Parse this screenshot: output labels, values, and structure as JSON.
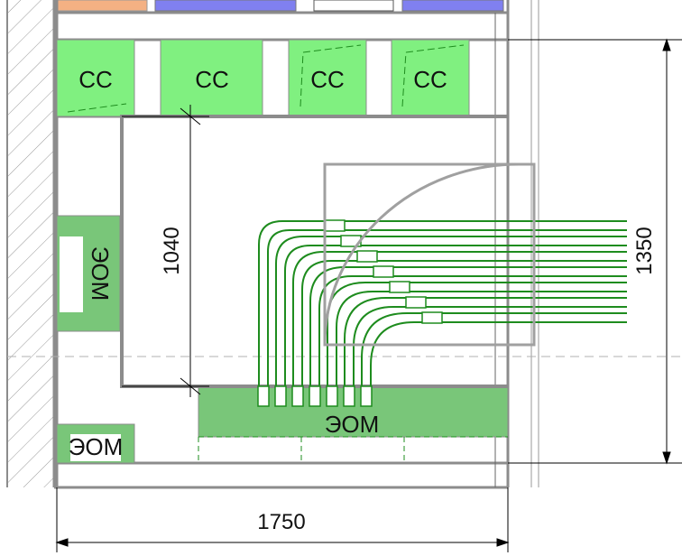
{
  "labels": {
    "cc_1": "СС",
    "cc_2": "СС",
    "cc_3": "СС",
    "cc_4": "СС",
    "eom_left": "ЭОМ",
    "eom_bottom": "ЭОМ",
    "eom_lower_left": "ЭОМ"
  },
  "dimensions": {
    "width": "1750",
    "height_right": "1350",
    "height_inner": "1040"
  },
  "colors": {
    "cc_fill": "#80f080",
    "eom_fill": "#79c679",
    "cable": "#1e8c1e",
    "wall": "#8c8c8c",
    "top_orange": "#f4b183",
    "top_blue": "#8080f0"
  },
  "cable_count": 7
}
